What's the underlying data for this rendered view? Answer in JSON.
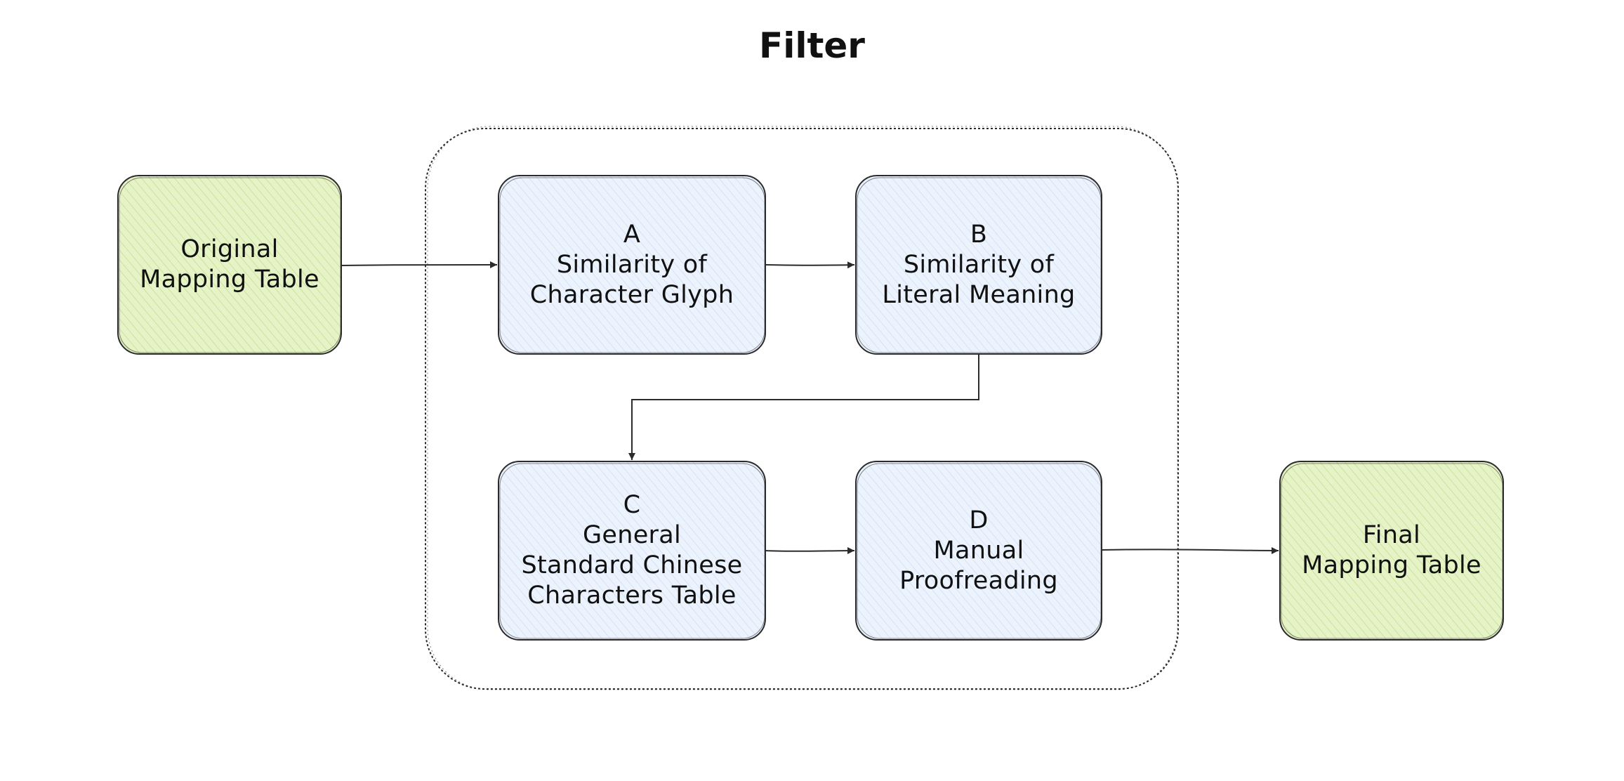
{
  "title": "Filter",
  "colors": {
    "io_fill": "#e6f3c6",
    "io_hatch": "#b9da8a",
    "step_fill": "#ecf3fd",
    "step_hatch": "#c2d6f3",
    "stroke": "#2b2b2b",
    "group_stroke": "#2b2b2b"
  },
  "nodes": {
    "original": {
      "lines": [
        "Original",
        "Mapping Table"
      ]
    },
    "step_a": {
      "lines": [
        "A",
        "Similarity of",
        "Character Glyph"
      ]
    },
    "step_b": {
      "lines": [
        "B",
        "Similarity of",
        "Literal Meaning"
      ]
    },
    "step_c": {
      "lines": [
        "C",
        "General",
        "Standard Chinese",
        "Characters Table"
      ]
    },
    "step_d": {
      "lines": [
        "D",
        "Manual",
        "Proofreading"
      ]
    },
    "final": {
      "lines": [
        "Final",
        "Mapping Table"
      ]
    }
  },
  "edges": [
    {
      "from": "original",
      "to": "step_a"
    },
    {
      "from": "step_a",
      "to": "step_b"
    },
    {
      "from": "step_b",
      "to": "step_c"
    },
    {
      "from": "step_c",
      "to": "step_d"
    },
    {
      "from": "step_d",
      "to": "final"
    }
  ]
}
